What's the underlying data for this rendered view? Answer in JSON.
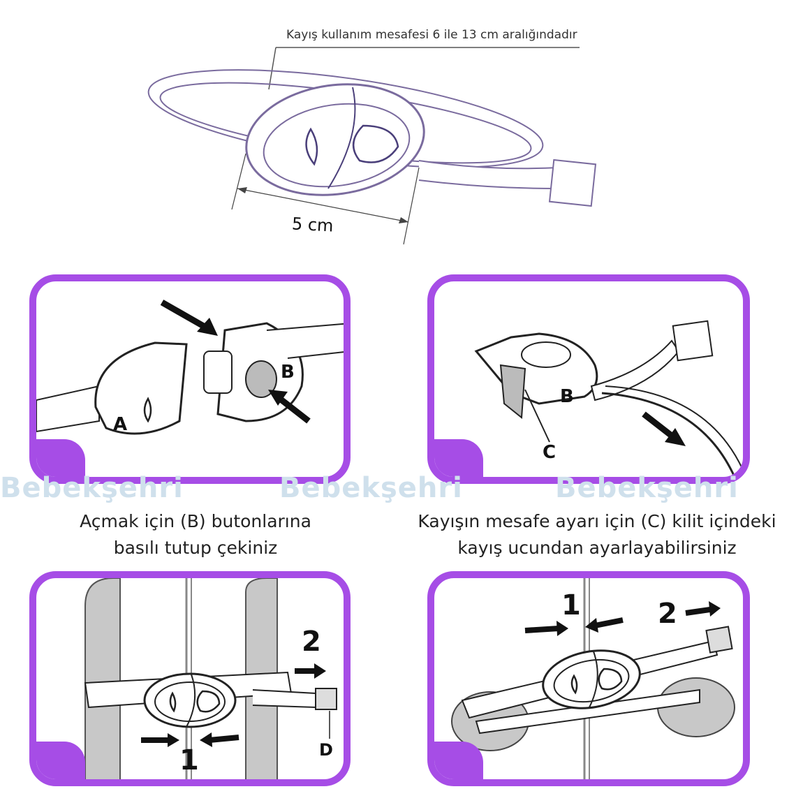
{
  "top_diagram": {
    "range_note": "Kayış kullanım mesafesi 6 ile 13 cm aralığındadır",
    "width_label": "5 cm"
  },
  "panels": [
    {
      "labels": {
        "a": "A",
        "b": "B"
      }
    },
    {
      "labels": {
        "b": "B",
        "c": "C"
      }
    },
    {
      "labels": {
        "step1": "1",
        "step2": "2",
        "d": "D"
      }
    },
    {
      "labels": {
        "step1": "1",
        "step2": "2"
      }
    }
  ],
  "captions": {
    "open": "Açmak için (B) butonlarına basılı tutup çekiniz",
    "adjust": "Kayışın mesafe ayarı için (C) kilit içindeki kayış ucundan ayarlayabilirsiniz"
  },
  "watermark": "Bebekşehri",
  "colors": {
    "accent": "#a64de6",
    "outline": "#7a6b9e"
  }
}
